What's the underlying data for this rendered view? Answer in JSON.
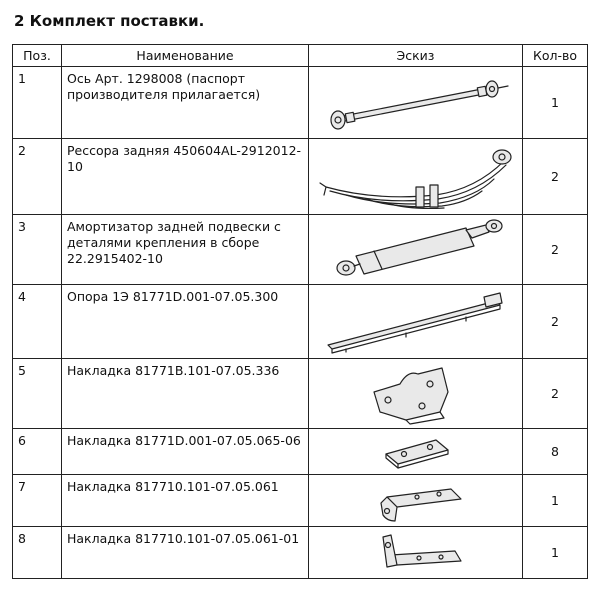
{
  "heading": "2 Комплект поставки.",
  "columns": {
    "pos": "Поз.",
    "name": "Наименование",
    "sketch": "Эскиз",
    "qty": "Кол-во"
  },
  "rows": [
    {
      "pos": "1",
      "name": "Ось Арт. 1298008 (паспорт производителя прилагается)",
      "qty": "1",
      "sketch_icon": "axle-icon"
    },
    {
      "pos": "2",
      "name": "Рессора задняя 450604AL-2912012-10",
      "qty": "2",
      "sketch_icon": "leaf-spring-icon"
    },
    {
      "pos": "3",
      "name": "Амортизатор задней подвески с деталями крепления в сборе 22.2915402-10",
      "qty": "2",
      "sketch_icon": "shock-absorber-icon"
    },
    {
      "pos": "4",
      "name": "Опора 1Э 81771D.001-07.05.300",
      "qty": "2",
      "sketch_icon": "support-rail-icon"
    },
    {
      "pos": "5",
      "name": "Накладка 81771B.101-07.05.336",
      "qty": "2",
      "sketch_icon": "bracket-plate-icon"
    },
    {
      "pos": "6",
      "name": "Накладка 81771D.001-07.05.065-06",
      "qty": "8",
      "sketch_icon": "flat-plate-icon"
    },
    {
      "pos": "7",
      "name": "Накладка 817710.101-07.05.061",
      "qty": "1",
      "sketch_icon": "angle-bracket-icon"
    },
    {
      "pos": "8",
      "name": "Накладка 817710.101-07.05.061-01",
      "qty": "1",
      "sketch_icon": "angle-bracket-mirror-icon"
    }
  ]
}
